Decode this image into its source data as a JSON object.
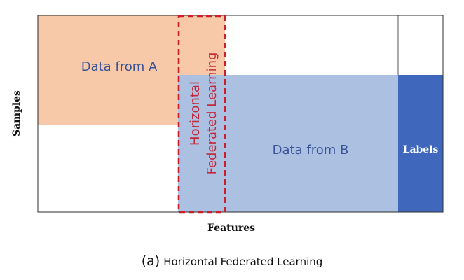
{
  "diagram": {
    "y_axis_label": "Samples",
    "x_axis_label": "Features",
    "region_a_label": "Data from A",
    "region_b_label": "Data from B",
    "labels_label": "Labels",
    "overlap_label_line1": "Horizontal",
    "overlap_label_line2": "Federated Learning"
  },
  "caption": {
    "tag": "(a)",
    "text": "Horizontal Federated Learning"
  },
  "colors": {
    "region_a_fill": "#f7c9a8",
    "region_b_fill": "#acc0e2",
    "labels_fill": "#3f68bd",
    "frame_stroke": "#2b2b2b",
    "highlight_stroke": "#cc1f2c",
    "region_text": "#3a5396",
    "highlight_text": "#c4283a",
    "labels_text": "#ffffff"
  }
}
